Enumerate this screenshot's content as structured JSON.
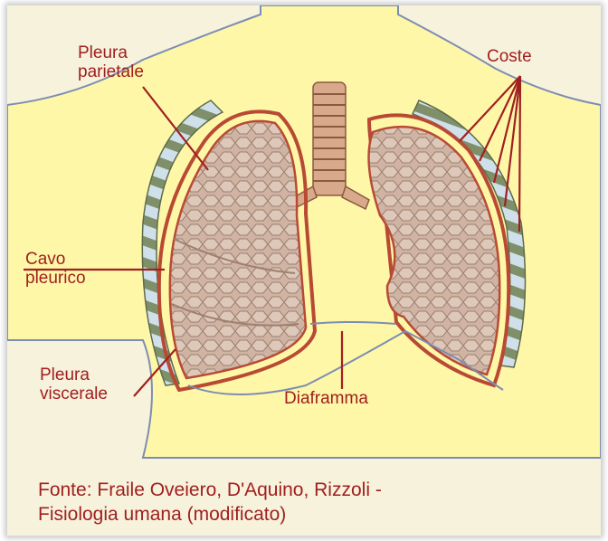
{
  "labels": {
    "pleura_parietale": [
      "Pleura",
      "parietale"
    ],
    "coste": "Coste",
    "cavo_pleurico": [
      "Cavo",
      "pleurico"
    ],
    "pleura_viscerale": [
      "Pleura",
      "viscerale"
    ],
    "diaframma": "Diaframma"
  },
  "caption": [
    "Fonte: Fraile Oveiero, D'Aquino, Rizzoli -",
    "Fisiologia umana (modificato)"
  ],
  "colors": {
    "background": "#f7f2dc",
    "body": "#fff7a8",
    "lung": "#c9a99a",
    "pleura": "#b84a34",
    "text": "#a02020"
  }
}
